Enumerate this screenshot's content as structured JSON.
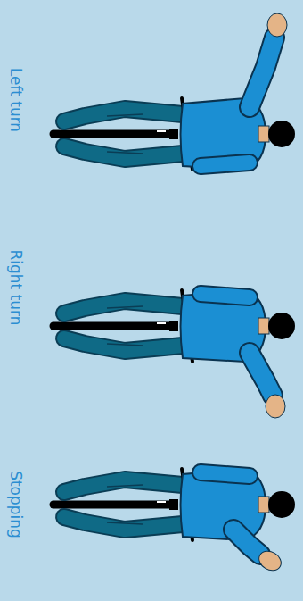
{
  "diagram": {
    "labels": [
      "Left turn",
      "Right turn",
      "Stopping"
    ]
  }
}
